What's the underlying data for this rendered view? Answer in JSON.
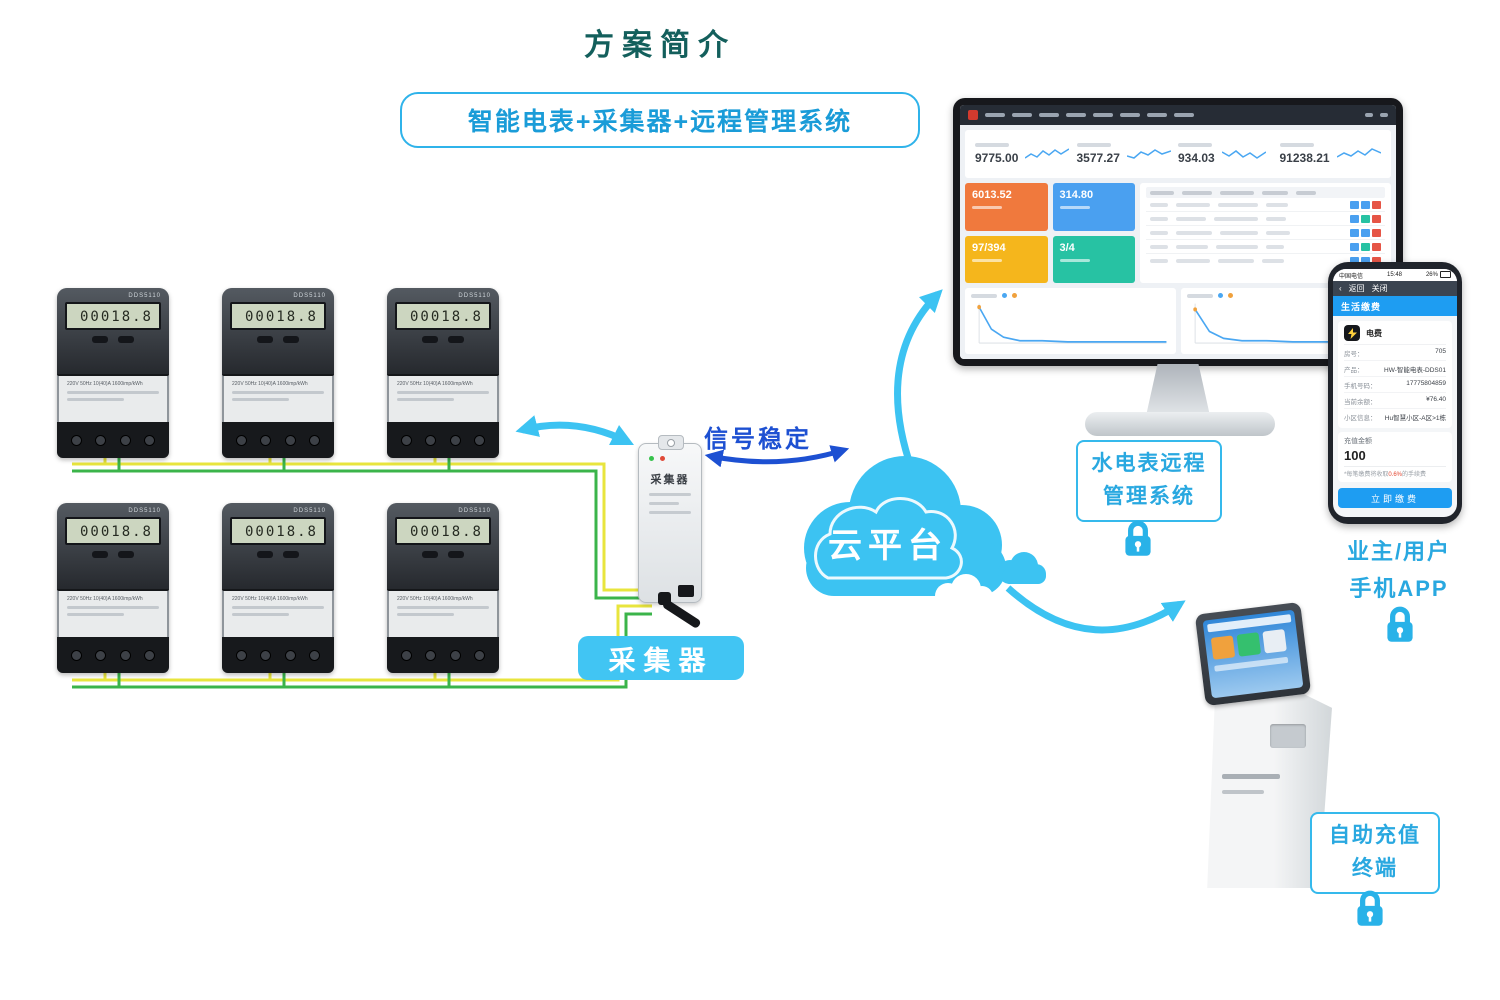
{
  "page": {
    "title": "方案简介",
    "subtitle": "智能电表+采集器+远程管理系统"
  },
  "colors": {
    "accent_cyan": "#29abe2",
    "cloud_blue": "#3cc3f2",
    "signal_blue": "#1d50d2",
    "wire_green": "#3bb44a",
    "wire_yellow": "#e8e53d",
    "tile_orange": "#f0793d",
    "tile_blue": "#4aa0f0",
    "tile_yellow": "#f5b61c",
    "tile_teal": "#27c2a3"
  },
  "meter": {
    "model": "DDS5110",
    "lcd": "00018.8",
    "spec": "220V 50Hz 10(40)A 1600imp/kWh"
  },
  "collector": {
    "device_label": "采集器",
    "pill_label": "采集器"
  },
  "flow": {
    "signal_label": "信号稳定",
    "cloud_label": "云平台"
  },
  "management_label": {
    "line1": "水电表远程",
    "line2": "管理系统"
  },
  "app_label": {
    "line1": "业主/用户",
    "line2": "手机APP"
  },
  "kiosk_label": {
    "line1": "自助充值",
    "line2": "终端"
  },
  "monitor": {
    "stats": [
      {
        "value": "9775.00"
      },
      {
        "value": "3577.27"
      },
      {
        "value": "934.03"
      },
      {
        "value": "91238.21"
      }
    ],
    "tiles": [
      {
        "value": "6013.52",
        "color": "#f0793d"
      },
      {
        "value": "314.80",
        "color": "#4aa0f0"
      },
      {
        "value": "97/394",
        "color": "#f5b61c"
      },
      {
        "value": "3/4",
        "color": "#27c2a3"
      }
    ]
  },
  "phone": {
    "status": {
      "carrier": "中国电信",
      "time": "15:48",
      "battery": "26%"
    },
    "nav": {
      "chevron": "‹",
      "back": "返回",
      "close": "关闭"
    },
    "banner": "生活缴费",
    "item": "电费",
    "fields": [
      {
        "label": "房号：",
        "value": "705"
      },
      {
        "label": "产品：",
        "value": "HW-智能电表-DDS01"
      },
      {
        "label": "手机号码：",
        "value": "17775804859"
      },
      {
        "label": "当前余额：",
        "value": "¥76.40"
      },
      {
        "label": "小区信息：",
        "value": "Hu智慧小区-A区>1栋"
      }
    ],
    "recharge_label": "充值金额",
    "recharge_value": "100",
    "note_prefix": "*每笔缴费将收取",
    "note_highlight": "0.6%",
    "note_suffix": "的手续费",
    "button": "立即缴费"
  }
}
